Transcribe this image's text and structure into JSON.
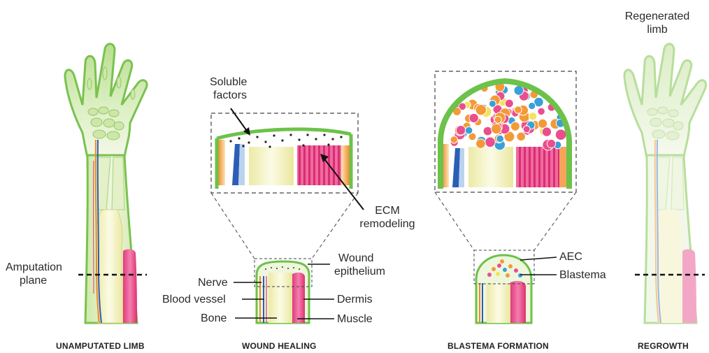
{
  "stages": {
    "unamputated": "UNAMPUTATED LIMB",
    "wound_healing": "WOUND HEALING",
    "blastema_formation": "BLASTEMA FORMATION",
    "regrowth": "REGROWTH"
  },
  "labels": {
    "amputation_plane_1": "Amputation",
    "amputation_plane_2": "plane",
    "soluble_factors_1": "Soluble",
    "soluble_factors_2": "factors",
    "ecm_1": "ECM",
    "ecm_2": "remodeling",
    "wound_epi_1": "Wound",
    "wound_epi_2": "epithelium",
    "nerve": "Nerve",
    "blood_vessel": "Blood vessel",
    "bone": "Bone",
    "dermis": "Dermis",
    "muscle": "Muscle",
    "aec": "AEC",
    "blastema": "Blastema",
    "regen_1": "Regenerated",
    "regen_2": "limb"
  },
  "colors": {
    "skin_green": "#6cc24a",
    "limb_fill": "#d6ebb0",
    "bone_yellow": "#f3f0b6",
    "muscle_pink": "#e5337a",
    "nerve_blue": "#2a5fb5",
    "vessel_orange": "#f08a2c",
    "cell_orange": "#f39a38",
    "cell_pink": "#ea4f8d",
    "cell_blue": "#3aa0d8",
    "cell_yellow": "#f3e35c"
  }
}
